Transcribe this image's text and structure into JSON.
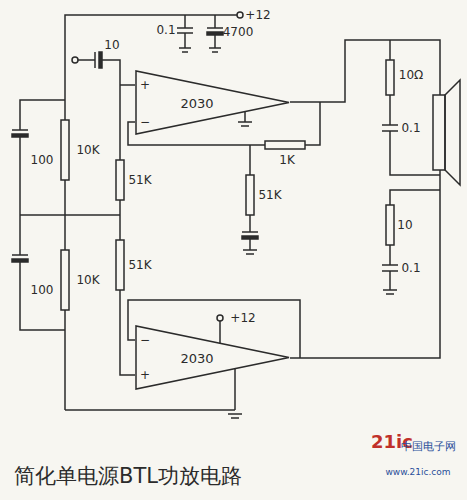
{
  "diagram": {
    "caption": "简化单电源BTL功放电路",
    "nodes": [
      {
        "text": [
          "+",
          "2030",
          "−"
        ]
      },
      {
        "text": [
          "−",
          "2030",
          "+"
        ]
      }
    ],
    "labels": [
      "+12",
      "10",
      "0.1",
      "4700",
      "1K",
      "10K",
      "51K",
      "100",
      "100",
      "10K",
      "51K",
      "51K",
      "10Ω",
      "0.1",
      "10",
      "0.1",
      "+12",
      "21ic",
      "中国电子网",
      "www.21ic.com"
    ]
  }
}
